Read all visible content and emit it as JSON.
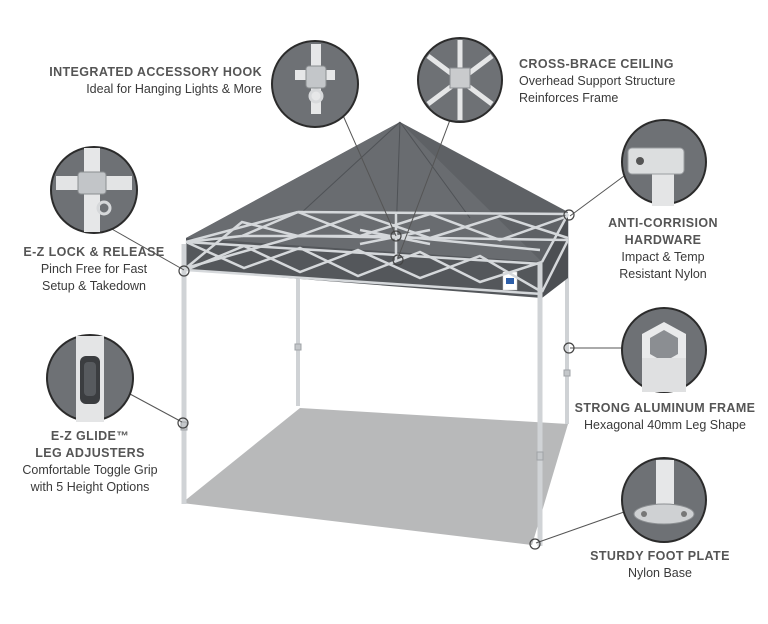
{
  "features": [
    {
      "id": "hook",
      "title": "INTEGRATED ACCESSORY HOOK",
      "lines": [
        "Ideal for Hanging Lights & More"
      ]
    },
    {
      "id": "brace",
      "title": "CROSS-BRACE CEILING",
      "lines": [
        "Overhead Support Structure",
        "Reinforces Frame"
      ]
    },
    {
      "id": "lock",
      "title": "E-Z LOCK & RELEASE",
      "lines": [
        "Pinch Free for Fast",
        "Setup & Takedown"
      ]
    },
    {
      "id": "anti",
      "title_lines": [
        "ANTI-CORRISION",
        "HARDWARE"
      ],
      "lines": [
        "Impact & Temp",
        "Resistant Nylon"
      ]
    },
    {
      "id": "glide",
      "title_lines": [
        "E-Z GLIDE™",
        "LEG ADJUSTERS"
      ],
      "lines": [
        "Comfortable Toggle Grip",
        "with 5 Height Options"
      ]
    },
    {
      "id": "alu",
      "title": "STRONG ALUMINUM FRAME",
      "lines": [
        "Hexagonal 40mm Leg Shape"
      ]
    },
    {
      "id": "foot",
      "title": "STURDY FOOT PLATE",
      "lines": [
        "Nylon Base"
      ]
    }
  ],
  "colors": {
    "canopy": "#5f6266",
    "frame": "#c9cccf",
    "floor": "#b9babb",
    "callout_ring": "#2b2b2b",
    "callout_fill": "#6c6f73"
  },
  "icons": [
    "accessory-hook-detail",
    "cross-brace-detail",
    "lock-release-detail",
    "corner-hardware-detail",
    "leg-adjuster-detail",
    "hexagonal-leg-detail",
    "foot-plate-detail"
  ]
}
